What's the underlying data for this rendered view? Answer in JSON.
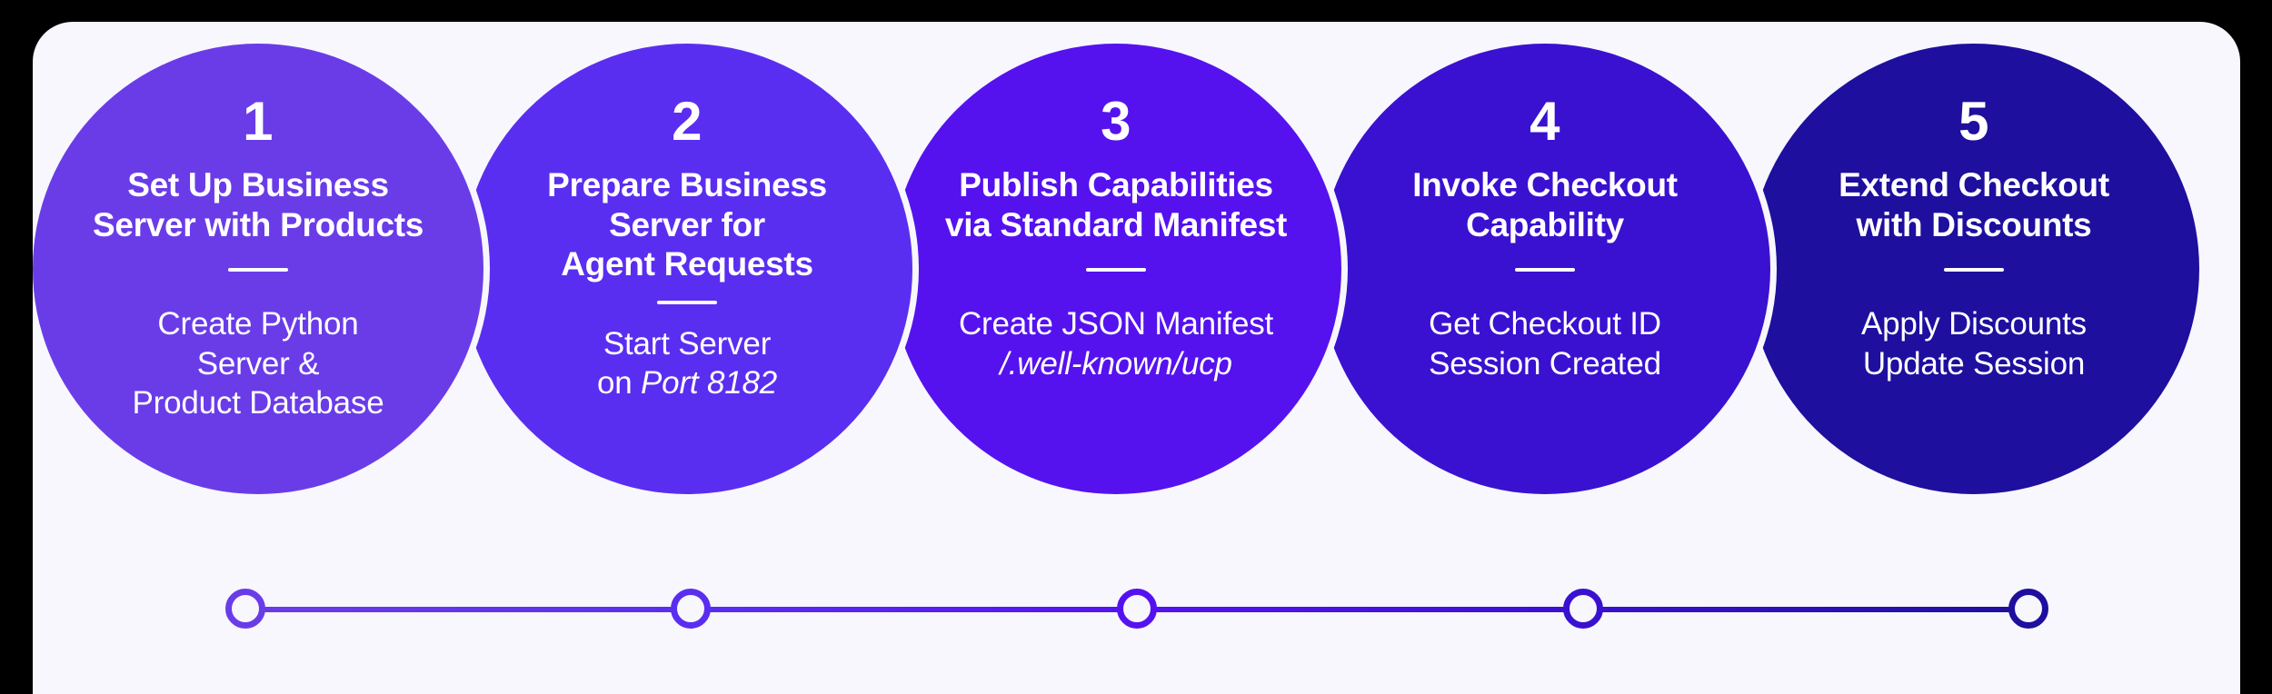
{
  "card": {
    "background_color": "#f7f7fd",
    "outer_background_color": "#000000"
  },
  "diagram": {
    "type": "process-flow-timeline",
    "step_count": 5
  },
  "steps": [
    {
      "number": "1",
      "title_lines": [
        "Set Up Business",
        "Server with Products"
      ],
      "title": "Set Up Business Server with Products",
      "desc_lines": [
        "Create Python",
        "Server &",
        "Product Database"
      ],
      "desc": "Create Python Server & Product Database",
      "color": "#6a3ce8"
    },
    {
      "number": "2",
      "title_lines": [
        "Prepare Business",
        "Server for",
        "Agent Requests"
      ],
      "title": "Prepare Business Server for Agent Requests",
      "desc_lines": [
        "Start Server",
        "on Port 8182"
      ],
      "desc": "Start Server on Port 8182",
      "desc_emphasis": "Port 8182",
      "color": "#5a2ef0"
    },
    {
      "number": "3",
      "title_lines": [
        "Publish Capabilities",
        "via Standard Manifest"
      ],
      "title": "Publish Capabilities via Standard Manifest",
      "desc_lines": [
        "Create JSON Manifest",
        "/.well-known/ucp"
      ],
      "desc": "Create JSON Manifest /.well-known/ucp",
      "desc_emphasis": "/.well-known/ucp",
      "color": "#5512ef"
    },
    {
      "number": "4",
      "title_lines": [
        "Invoke Checkout",
        "Capability"
      ],
      "title": "Invoke Checkout Capability",
      "desc_lines": [
        "Get Checkout ID",
        "Session Created"
      ],
      "desc": "Get Checkout ID Session Created",
      "color": "#3a11d0"
    },
    {
      "number": "5",
      "title_lines": [
        "Extend Checkout",
        "with Discounts"
      ],
      "title": "Extend Checkout with Discounts",
      "desc_lines": [
        "Apply Discounts",
        "Update Session"
      ],
      "desc": "Apply Discounts Update Session",
      "color": "#1e0f9e"
    }
  ],
  "timeline": {
    "node_count": 5,
    "node_colors": [
      "#6a3ce8",
      "#5a2ef0",
      "#5512ef",
      "#3a11d0",
      "#1e0f9e"
    ],
    "line_color_start": "#6a3ce8",
    "line_color_end": "#1e0f9e"
  }
}
